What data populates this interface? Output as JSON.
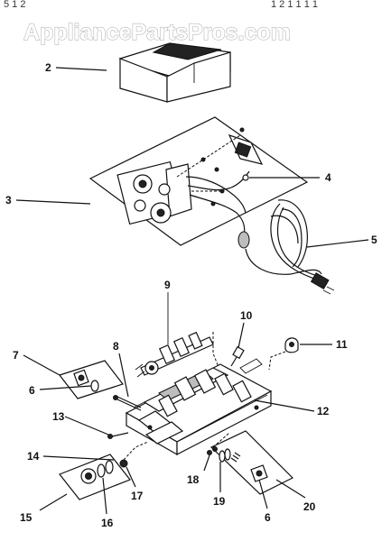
{
  "watermark": "AppliancePartsPros.com",
  "top_fragment_left": "5 1 2",
  "top_fragment_right": "1 2 1 1 1 1",
  "callouts": {
    "c1": "2",
    "c2": "3",
    "c3": "4",
    "c4": "5",
    "c5": "9",
    "c6": "10",
    "c7": "11",
    "c8": "8",
    "c9": "7",
    "c10": "6",
    "c11": "12",
    "c12": "13",
    "c13": "14",
    "c14": "17",
    "c15": "18",
    "c16": "15",
    "c17": "16",
    "c18": "19",
    "c19": "6",
    "c20": "20"
  }
}
